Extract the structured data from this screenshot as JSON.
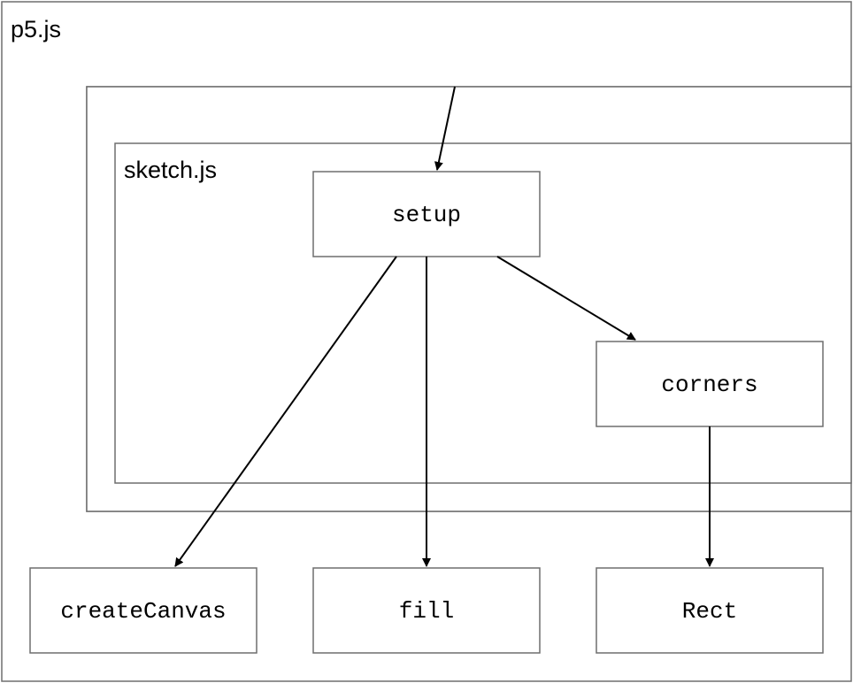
{
  "frames": {
    "outer_label": "p5.js",
    "inner_label": "sketch.js"
  },
  "nodes": {
    "setup": "setup",
    "corners": "corners",
    "create_canvas": "createCanvas",
    "fill": "fill",
    "rect": "Rect"
  },
  "edges": [
    {
      "from": "p5.js",
      "to": "setup"
    },
    {
      "from": "setup",
      "to": "createCanvas"
    },
    {
      "from": "setup",
      "to": "fill"
    },
    {
      "from": "setup",
      "to": "corners"
    },
    {
      "from": "corners",
      "to": "Rect"
    }
  ],
  "colors": {
    "border": "#6e6e6e",
    "line": "#000000",
    "background": "#ffffff"
  }
}
